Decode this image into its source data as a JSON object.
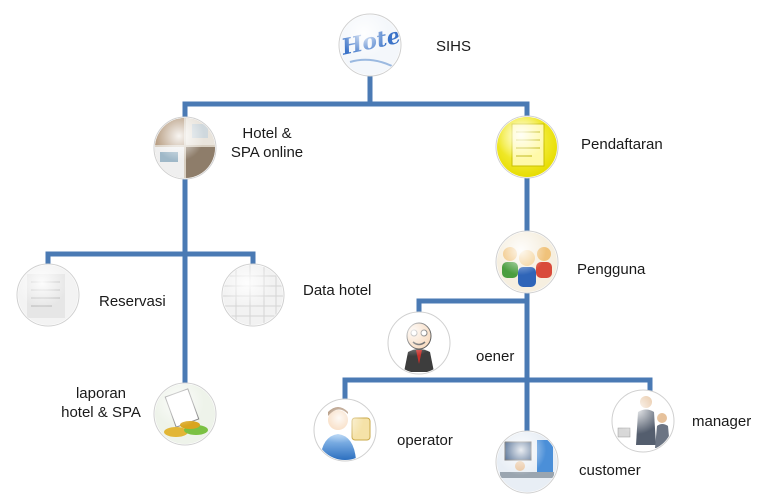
{
  "nodes": {
    "root": {
      "label": "SIHS",
      "icon": "hotel-logo-icon"
    },
    "hotel_spa": {
      "label_line1": "Hotel &",
      "label_line2": "SPA online",
      "icon": "hotel-collage-icon"
    },
    "pendaftaran": {
      "label": "Pendaftaran",
      "icon": "registration-form-icon"
    },
    "pengguna": {
      "label": "Pengguna",
      "icon": "users-group-icon"
    },
    "reservasi": {
      "label": "Reservasi",
      "icon": "document-icon"
    },
    "data_hotel": {
      "label": "Data hotel",
      "icon": "spreadsheet-icon"
    },
    "laporan": {
      "label_line1": "laporan",
      "label_line2": "hotel & SPA",
      "icon": "report-money-icon"
    },
    "oener": {
      "label": "oener",
      "icon": "boss-cartoon-icon"
    },
    "operator": {
      "label": "operator",
      "icon": "operator-person-icon"
    },
    "customer": {
      "label": "customer",
      "icon": "computer-user-icon"
    },
    "manager": {
      "label": "manager",
      "icon": "businessmen-icon"
    }
  },
  "colors": {
    "connector": "#4a7ab4",
    "background": "#ffffff",
    "text": "#1a1a1a"
  }
}
